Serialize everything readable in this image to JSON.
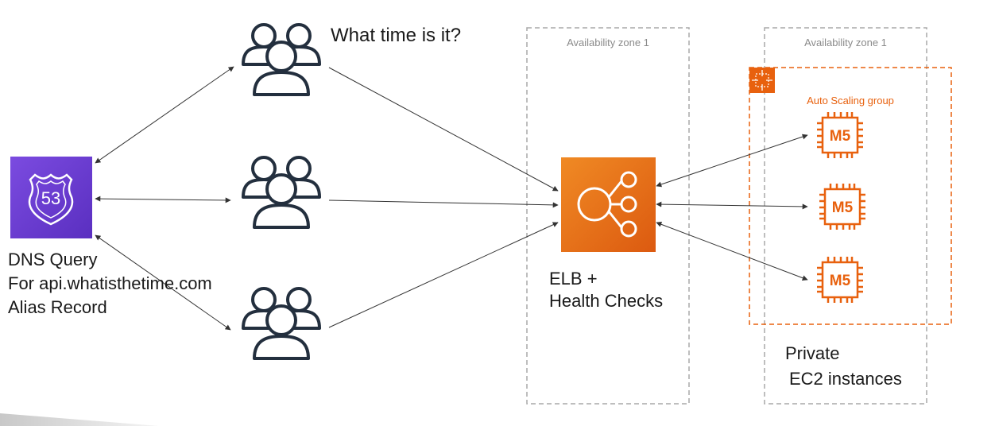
{
  "dns": {
    "badge_number": "53",
    "line1": "DNS Query",
    "line2": "For api.whatisthetime.com",
    "line3": "Alias Record"
  },
  "users": {
    "question": "What time is it?"
  },
  "elb": {
    "line1": "ELB +",
    "line2": "Health Checks"
  },
  "zones": {
    "zone_a_label": "Availability zone 1",
    "zone_b_label": "Availability zone 1"
  },
  "asg": {
    "label": "Auto Scaling group"
  },
  "instances": {
    "labels": [
      "M5",
      "M5",
      "M5"
    ],
    "caption_line1": "Private",
    "caption_line2": "EC2 instances"
  },
  "colors": {
    "route53_purple": "#6b3fd4",
    "elb_orange": "#e8701a",
    "asg_orange": "#e8610e",
    "zone_border": "#a8a8a8",
    "user_stroke": "#232f3e"
  },
  "icons": {
    "route53": "route53-shield-icon",
    "users": "users-group-icon",
    "elb": "load-balancer-icon",
    "asg": "auto-scaling-icon",
    "ec2": "ec2-instance-chip-icon"
  }
}
